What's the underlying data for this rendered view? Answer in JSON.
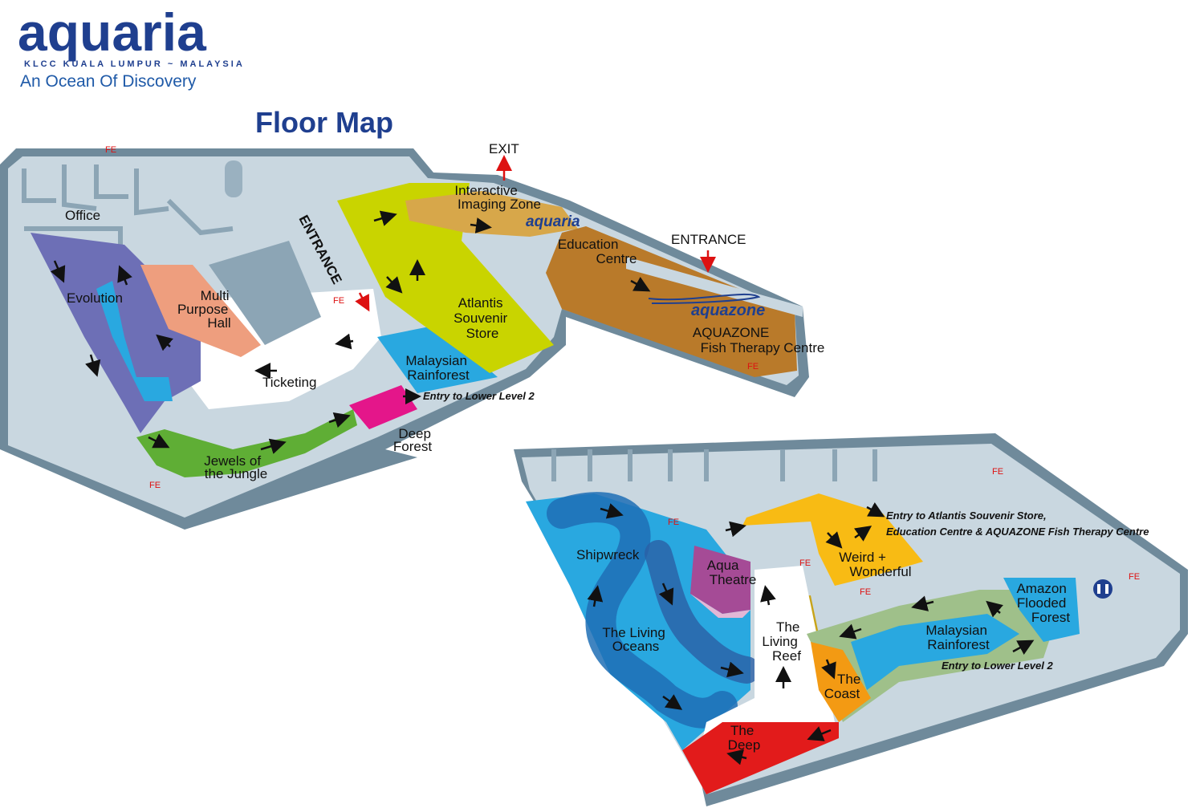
{
  "header": {
    "logo_text": "aquaria",
    "logo_subline": "KLCC KUALA LUMPUR ~ MALAYSIA",
    "tagline": "An Ocean Of Discovery",
    "title": "Floor Map"
  },
  "upper_level": {
    "office": "Office",
    "evolution": "Evolution",
    "multi_purpose_hall": [
      "Multi",
      "Purpose",
      "Hall"
    ],
    "entrance_diagonal": "ENTRANCE",
    "ticketing": "Ticketing",
    "jewels": [
      "Jewels of",
      "the Jungle"
    ],
    "deep_forest": [
      "Deep",
      "Forest"
    ],
    "malaysian_rainforest": [
      "Malaysian",
      "Rainforest"
    ],
    "entry_lower": "Entry to Lower Level 2",
    "atlantis": [
      "Atlantis",
      "Souvenir",
      "Store"
    ],
    "interactive_imaging": [
      "Interactive",
      "Imaging Zone"
    ],
    "exit": "EXIT",
    "aquaria_small": "aquaria",
    "education_centre": [
      "Education",
      "Centre"
    ],
    "entrance_right": "ENTRANCE",
    "aquazone_logo": "aquazone",
    "aquazone": [
      "AQUAZONE",
      "Fish Therapy Centre"
    ],
    "fe": "FE"
  },
  "lower_level": {
    "shipwreck": "Shipwreck",
    "living_oceans": [
      "The Living",
      "Oceans"
    ],
    "aqua_theatre": [
      "Aqua",
      "Theatre"
    ],
    "living_reef": [
      "The",
      "Living",
      "Reef"
    ],
    "deep": [
      "The",
      "Deep"
    ],
    "coast": [
      "The",
      "Coast"
    ],
    "weird": [
      "Weird +",
      "Wonderful"
    ],
    "malaysian_rainforest": [
      "Malaysian",
      "Rainforest"
    ],
    "amazon": [
      "Amazon",
      "Flooded",
      "Forest"
    ],
    "entry_lower": "Entry to Lower Level 2",
    "entry_atlantis": [
      "Entry to Atlantis Souvenir Store,",
      "Education Centre & AQUAZONE Fish Therapy Centre"
    ],
    "fe": "FE"
  },
  "colors": {
    "wall": "#9ab1c0",
    "wall_dark": "#6f8a9b",
    "floor": "#ffffff",
    "evolution": "#6d6fb6",
    "multi_purpose_hall": "#ee9e7e",
    "jewels": "#5fae35",
    "deep_forest": "#e4168a",
    "rainforest": "#29a8e0",
    "atlantis": "#c9d400",
    "interactive": "#d7a74a",
    "aquazone": "#b97a2a",
    "living_oceans": "#29a8e0",
    "aqua_theatre": "#a54b96",
    "living_reef": "#c8a41a",
    "deep": "#e21b1b",
    "coast": "#f39a13",
    "weird": "#f8bb14",
    "rainforest_lower": "#9fc08a",
    "fe_red": "#dd1111",
    "brand_blue": "#1f3f8f"
  },
  "icons": [
    "restroom-icon",
    "arrow-icon",
    "exit-arrow-icon"
  ]
}
